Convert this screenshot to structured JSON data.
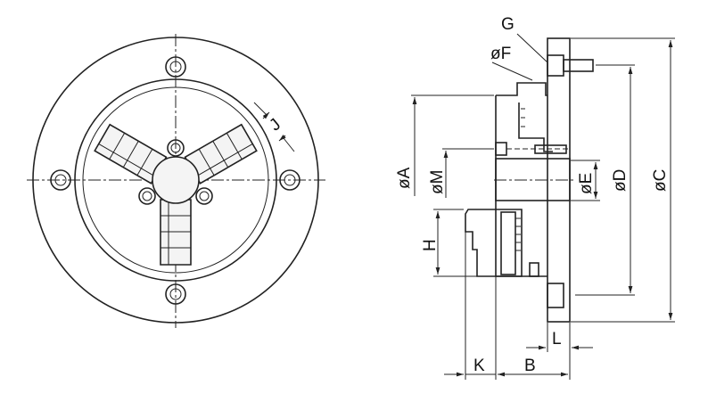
{
  "title": "3-jaw chuck dimension drawing",
  "labels": {
    "A": "øA",
    "B": "B",
    "C": "øC",
    "D": "øD",
    "E": "øE",
    "F": "øF",
    "G": "G",
    "H": "H",
    "J": "J",
    "K": "K",
    "L": "L",
    "M": "øM"
  },
  "colors": {
    "line": "#222222",
    "background": "#ffffff"
  }
}
